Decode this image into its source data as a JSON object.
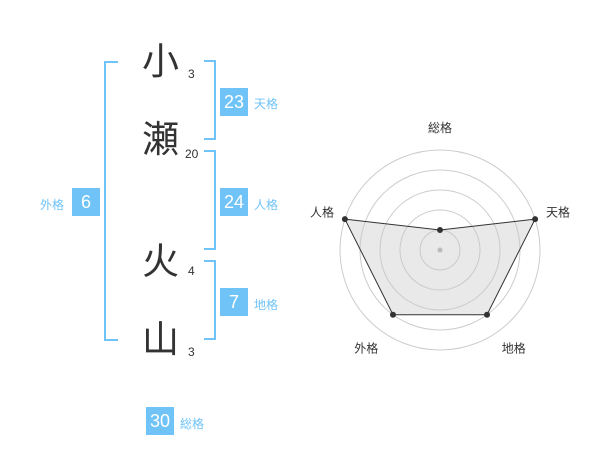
{
  "name": {
    "chars": [
      {
        "char": "小",
        "strokes": "3"
      },
      {
        "char": "瀬",
        "strokes": "20"
      },
      {
        "char": "火",
        "strokes": "4"
      },
      {
        "char": "山",
        "strokes": "3"
      }
    ]
  },
  "fortune": {
    "tenkaku": {
      "value": "23",
      "label": "天格"
    },
    "jinkaku": {
      "value": "24",
      "label": "人格"
    },
    "chikaku": {
      "value": "7",
      "label": "地格"
    },
    "gaikaku": {
      "value": "6",
      "label": "外格"
    },
    "soukaku": {
      "value": "30",
      "label": "総格"
    }
  },
  "colors": {
    "accent": "#6fc3f7",
    "text": "#333333"
  },
  "chart_data": {
    "type": "radar",
    "axes": [
      "総格",
      "天格",
      "地格",
      "外格",
      "人格"
    ],
    "values": [
      1,
      5,
      4,
      4,
      5
    ],
    "rmax": 5
  }
}
